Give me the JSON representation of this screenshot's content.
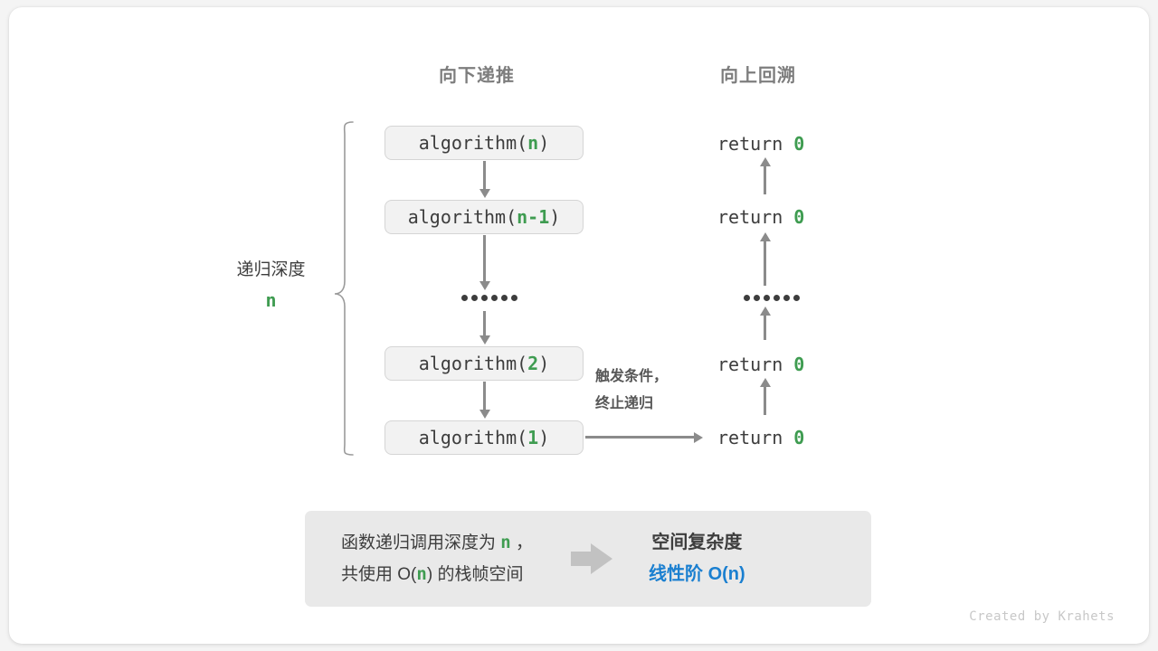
{
  "headers": {
    "down": "向下递推",
    "up": "向上回溯"
  },
  "depth": {
    "label": "递归深度",
    "value": "n"
  },
  "call_stack": [
    {
      "prefix": "algorithm(",
      "arg": "n",
      "suffix": ")"
    },
    {
      "prefix": "algorithm(",
      "arg": "n-1",
      "suffix": ")"
    },
    {
      "prefix": "algorithm(",
      "arg": "2",
      "suffix": ")"
    },
    {
      "prefix": "algorithm(",
      "arg": "1",
      "suffix": ")"
    }
  ],
  "ellipsis": "••••••",
  "returns": [
    {
      "keyword": "return",
      "value": "0"
    },
    {
      "keyword": "return",
      "value": "0"
    },
    {
      "keyword": "return",
      "value": "0"
    },
    {
      "keyword": "return",
      "value": "0"
    }
  ],
  "terminate_note": {
    "line1": "触发条件，",
    "line2": "终止递归"
  },
  "summary": {
    "left_line1_a": "函数递归调用深度为 ",
    "left_line1_n": "n",
    "left_line1_b": " ，",
    "left_line2_a": "共使用 O(",
    "left_line2_n": "n",
    "left_line2_b": ") 的栈帧空间",
    "arrow_icon": "right-arrow-icon",
    "title": "空间复杂度",
    "value": "线性阶 O(n)"
  },
  "credit": "Created by Krahets",
  "colors": {
    "accent_green": "#3f9c51",
    "accent_blue": "#1a7fd0",
    "box_fill": "#f2f2f2",
    "panel_fill": "#e9e9e9",
    "arrow_gray": "#8b8b8b"
  }
}
